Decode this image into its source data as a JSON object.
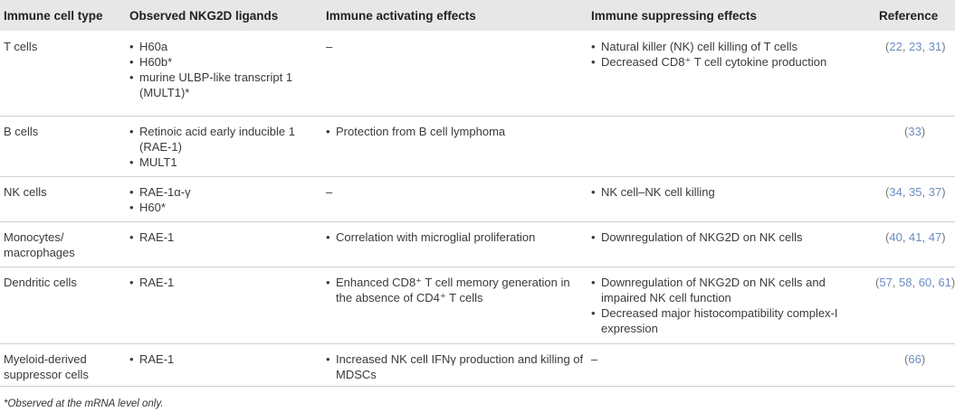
{
  "headers": [
    "Immune cell type",
    "Observed NKG2D ligands",
    "Immune activating effects",
    "Immune suppressing effects",
    "Reference"
  ],
  "rows": [
    {
      "cell_type": [
        "T cells"
      ],
      "ligands": [
        "H60a",
        "H60b*",
        "murine ULBP-like transcript 1 (MULT1)*"
      ],
      "activating": "–",
      "activating_list": [],
      "suppressing": "",
      "suppressing_list": [
        "Natural killer (NK) cell killing of T cells",
        "Decreased CD8⁺ T cell cytokine production"
      ],
      "ref_refs": [
        "22",
        "23",
        "31"
      ]
    },
    {
      "cell_type": [
        "B cells"
      ],
      "ligands": [
        "Retinoic acid early inducible 1 (RAE-1)",
        "MULT1"
      ],
      "activating": "",
      "activating_list": [
        "Protection from B cell lymphoma"
      ],
      "suppressing": "",
      "suppressing_list": [],
      "ref_refs": [
        "33"
      ]
    },
    {
      "cell_type": [
        "NK cells"
      ],
      "ligands": [
        "RAE-1α-γ",
        "H60*"
      ],
      "activating": "–",
      "activating_list": [],
      "suppressing": "",
      "suppressing_list": [
        "NK cell–NK cell killing"
      ],
      "ref_refs": [
        "34",
        "35",
        "37"
      ]
    },
    {
      "cell_type": [
        "Monocytes/",
        "macrophages"
      ],
      "ligands": [
        "RAE-1"
      ],
      "activating": "",
      "activating_list": [
        "Correlation with microglial proliferation"
      ],
      "suppressing": "",
      "suppressing_list": [
        "Downregulation of NKG2D on NK cells"
      ],
      "ref_refs": [
        "40",
        "41",
        "47"
      ]
    },
    {
      "cell_type": [
        "Dendritic cells"
      ],
      "ligands": [
        "RAE-1"
      ],
      "activating": "",
      "activating_list": [
        "Enhanced CD8⁺ T cell memory generation in the absence of CD4⁺ T cells"
      ],
      "suppressing": "",
      "suppressing_list": [
        "Downregulation of NKG2D on NK cells and impaired NK cell function",
        "Decreased major histocompatibility complex-I expression"
      ],
      "ref_refs": [
        "57",
        "58",
        "60",
        "61"
      ]
    },
    {
      "cell_type": [
        "Myeloid-derived",
        "suppressor cells"
      ],
      "ligands": [
        "RAE-1"
      ],
      "activating": "",
      "activating_list": [
        "Increased NK cell IFNγ production and killing of MDSCs"
      ],
      "suppressing": "–",
      "suppressing_list": [],
      "ref_refs": [
        "66"
      ]
    }
  ],
  "footnote": "*Observed at the mRNA level only.",
  "colors": {
    "header_bg": "#e7e7e7",
    "rule": "#cfcfcf",
    "ref_link": "#6a8dbf"
  }
}
